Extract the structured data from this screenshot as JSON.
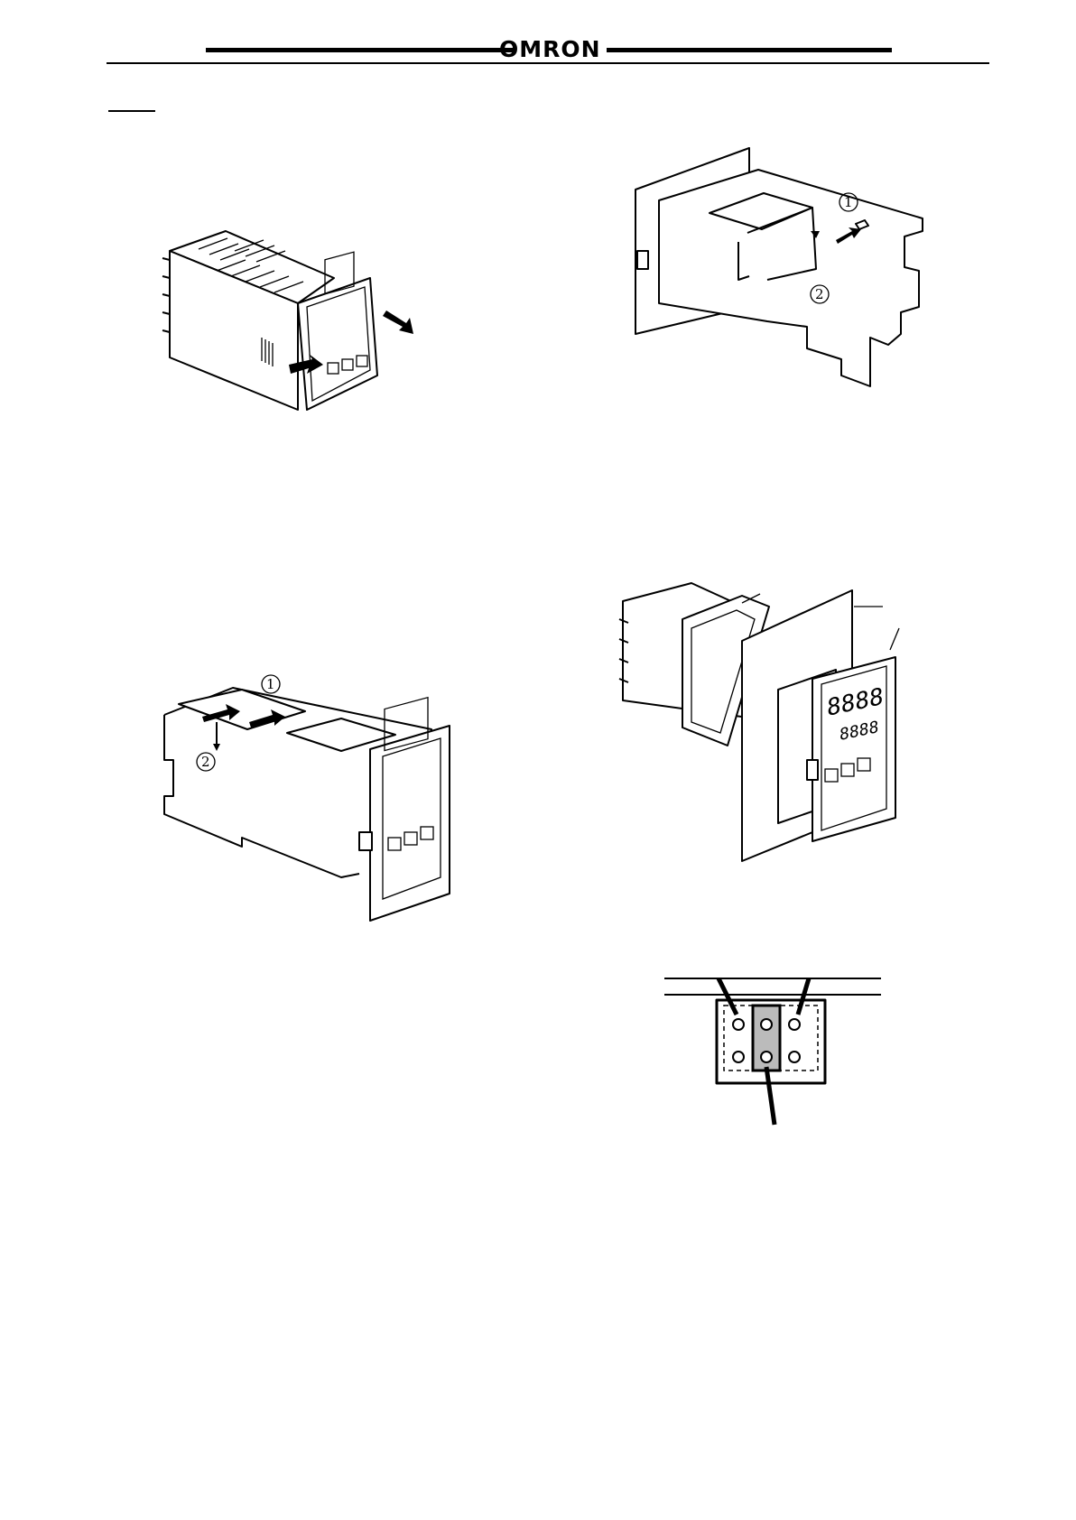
{
  "header": {
    "logo_text": "OMRON"
  },
  "figures": {
    "front_panel_removal": {
      "icon": "unit-front-panel-removal-illustration"
    },
    "board_insertion_top": {
      "icon": "board-insertion-illustration",
      "marker_1": "1",
      "marker_2": "2"
    },
    "board_insertion_side": {
      "icon": "side-board-insertion-illustration",
      "marker_1": "1",
      "marker_2": "2"
    },
    "panel_mounting": {
      "icon": "panel-mounting-illustration",
      "display_top": "8888",
      "display_bottom": "8888"
    },
    "terminal_detail": {
      "icon": "terminal-block-detail-illustration"
    }
  }
}
